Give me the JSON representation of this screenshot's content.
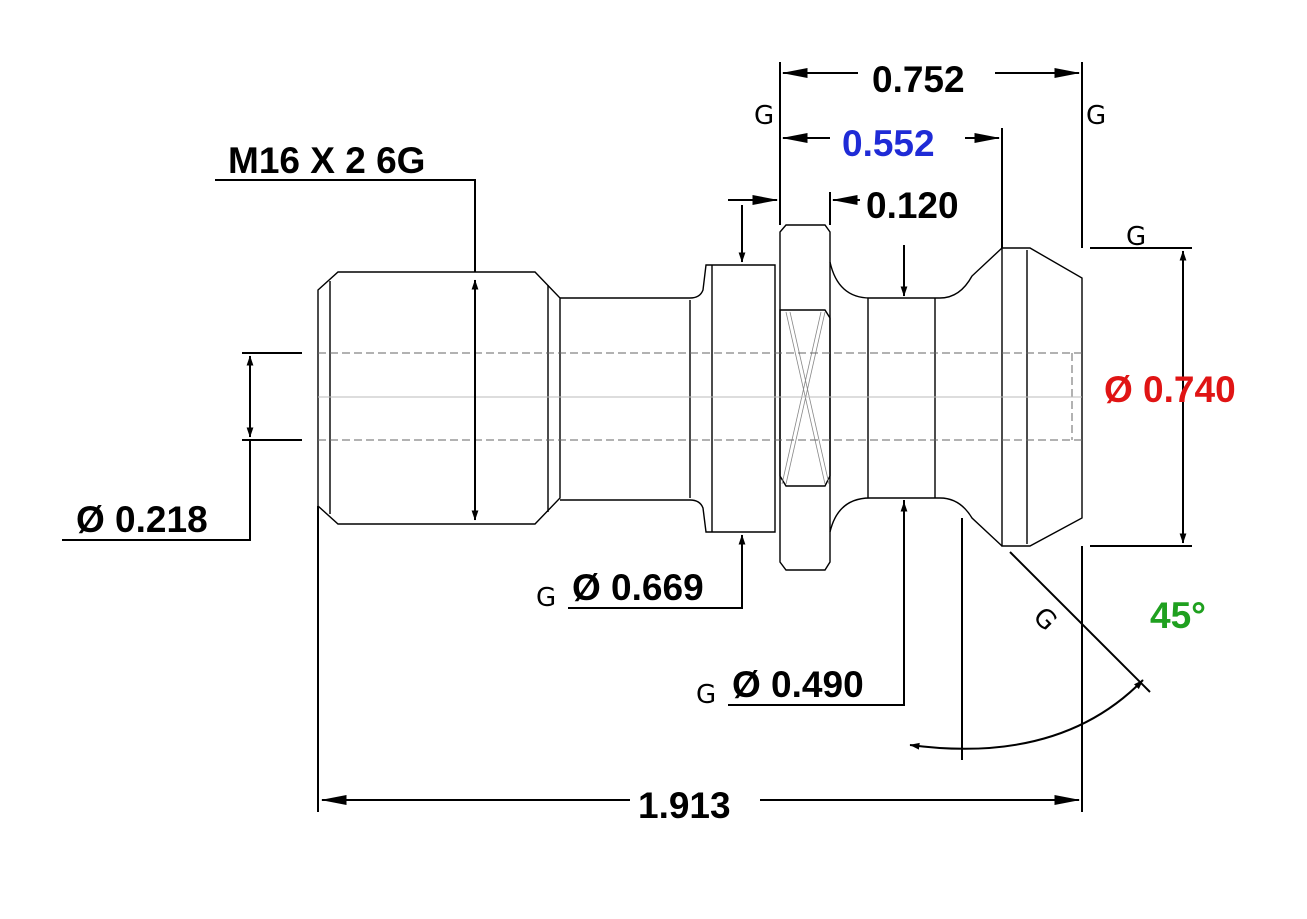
{
  "part": {
    "thread_callout": "M16 X 2 6G",
    "bore_diameter": "Ø 0.218",
    "flange_diameter": "Ø 0.669",
    "neck_diameter": "Ø 0.490",
    "head_diameter": "Ø 0.740",
    "overall_length": "1.913",
    "head_length": "0.752",
    "flange_to_head": "0.552",
    "flange_thickness": "0.120",
    "chamfer_angle": "45°"
  },
  "grind_marks": {
    "symbol": "G"
  },
  "colors": {
    "line": "#000000",
    "dim_default": "#000000",
    "dim_blue": "#1f2bd6",
    "dim_red": "#e01414",
    "dim_green": "#1fa01f",
    "hidden_line": "#666666"
  }
}
